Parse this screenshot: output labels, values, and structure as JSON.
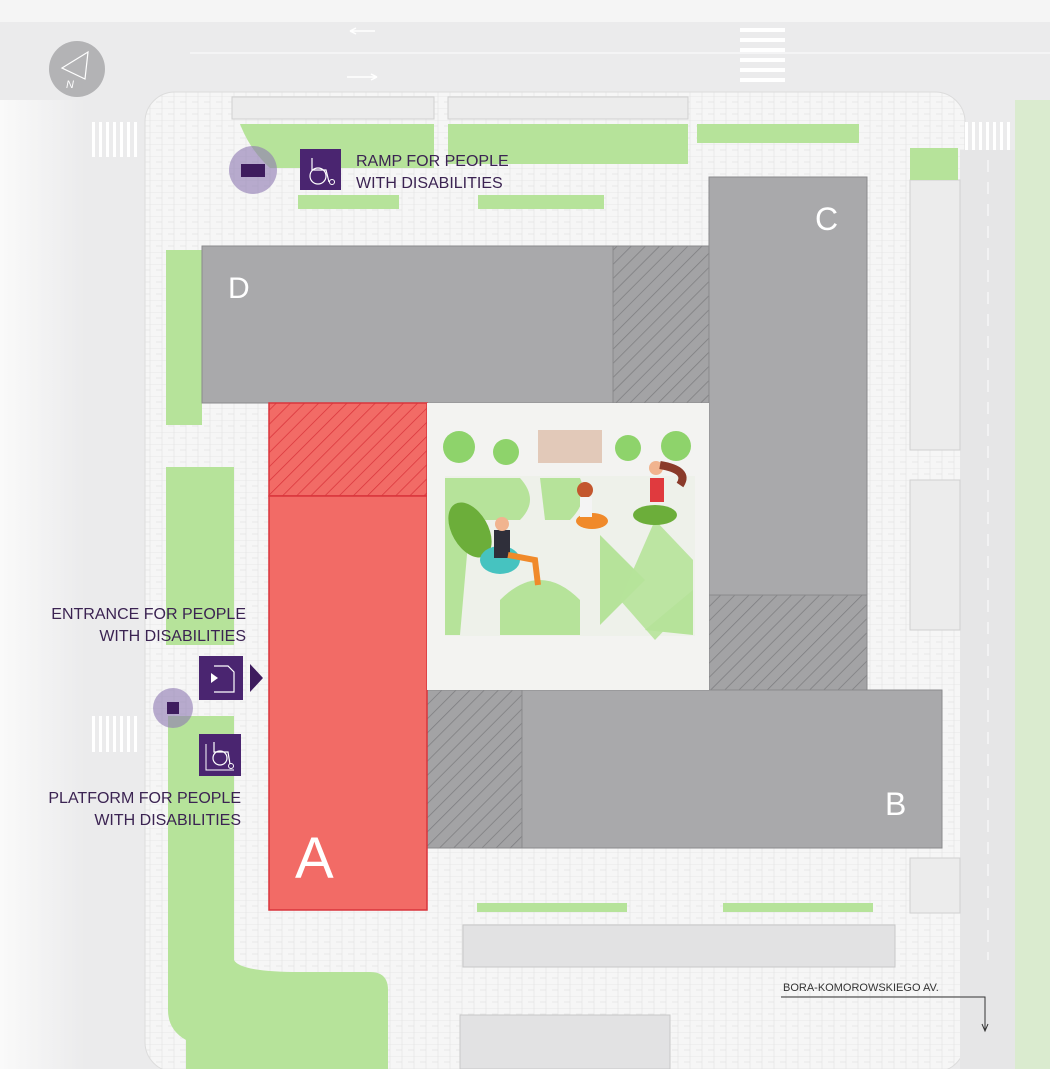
{
  "compass": {
    "label": "N"
  },
  "buildings": [
    {
      "id": "A",
      "label": "A"
    },
    {
      "id": "B",
      "label": "B"
    },
    {
      "id": "C",
      "label": "C"
    },
    {
      "id": "D",
      "label": "D"
    }
  ],
  "labels": {
    "ramp_line1": "RAMP FOR PEOPLE",
    "ramp_line2": "WITH DISABILITIES",
    "entrance_line1": "ENTRANCE FOR PEOPLE",
    "entrance_line2": "WITH DISABILITIES",
    "platform_line1": "PLATFORM FOR PEOPLE",
    "platform_line2": "WITH DISABILITIES",
    "street": "BORA-KOMOROWSKIEGO AV."
  },
  "icons": {
    "ramp": "wheelchair-icon",
    "entrance": "door-entrance-icon",
    "platform": "wheelchair-platform-icon"
  },
  "colors": {
    "building_a": "#f26b66",
    "building_other": "#a9a9ab",
    "accent": "#4a2570",
    "green": "#b6e39a"
  }
}
